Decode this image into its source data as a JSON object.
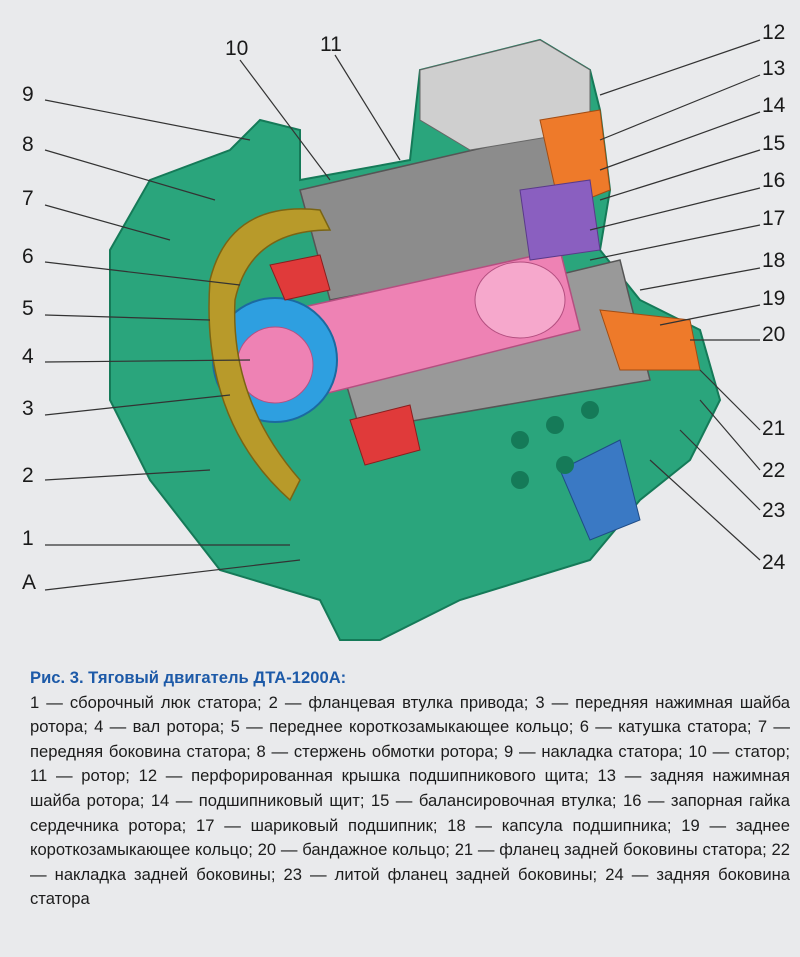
{
  "labels": {
    "l1": "1",
    "l2": "2",
    "l3": "3",
    "l4": "4",
    "l5": "5",
    "l6": "6",
    "l7": "7",
    "l8": "8",
    "l9": "9",
    "l10": "10",
    "l11": "11",
    "l12": "12",
    "l13": "13",
    "l14": "14",
    "l15": "15",
    "l16": "16",
    "l17": "17",
    "l18": "18",
    "l19": "19",
    "l20": "20",
    "l21": "21",
    "l22": "22",
    "l23": "23",
    "l24": "24",
    "lA": "А"
  },
  "caption": {
    "title": "Рис. 3. Тяговый двигатель ДТА-1200А:",
    "text": "1 — сборочный люк статора; 2 — фланцевая втулка привода; 3 — передняя нажимная шайба ротора; 4 — вал ротора; 5 — переднее короткозамыкающее кольцо; 6 — катушка статора; 7 — передняя боковина статора; 8 — стержень обмотки ротора; 9 — накладка статора; 10 — статор; 11 — ротор; 12 — перфорированная крышка подшипникового щита; 13 — задняя нажимная шайба ротора; 14 — подшипниковый щит; 15 — балансировочная втулка; 16 — запорная гайка сердечника ротора; 17 — шариковый подшипник; 18 — капсула подшипника; 19 — заднее короткозамыкающее кольцо; 20 — бандажное кольцо; 21 — фланец задней боковины статора; 22 — накладка задней боковины; 23 — литой фланец задней боковины; 24 — задняя боковина статора"
  },
  "colors": {
    "frame": "#2aa57c",
    "stator_core": "#8c8c8c",
    "shaft": "#ee82b4",
    "hub": "#2e9fe0",
    "coil": "#b89a2a",
    "ring": "#e03a3a",
    "orange": "#ee7a2a",
    "blue_foot": "#3a79c4",
    "caption_title": "#1d5aa8"
  }
}
